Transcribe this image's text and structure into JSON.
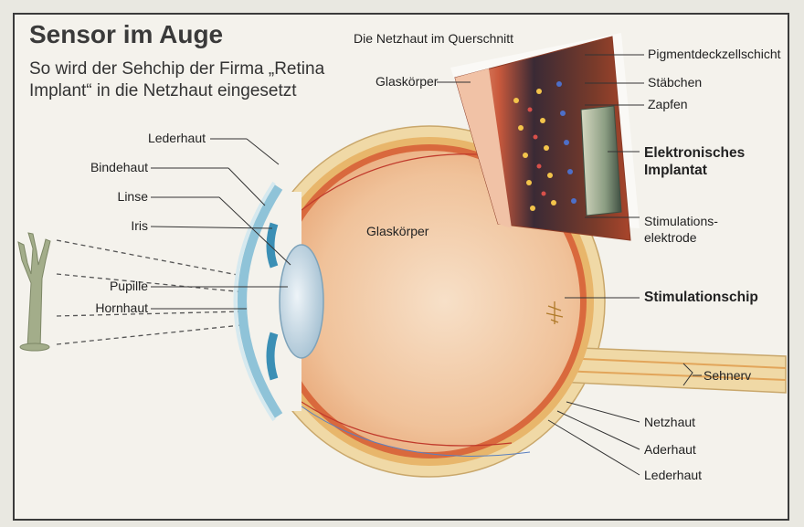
{
  "title": "Sensor im Auge",
  "subtitle": "So wird der Sehchip der Firma „Retina Implant“ in die Netzhaut eingesetzt",
  "inset_title": "Die Netzhaut im Querschnitt",
  "labels": {
    "lederhaut_top": "Lederhaut",
    "bindehaut": "Bindehaut",
    "linse": "Linse",
    "iris": "Iris",
    "pupille": "Pupille",
    "hornhaut": "Hornhaut",
    "glaskoerper_main": "Glaskörper",
    "glaskoerper_inset": "Glaskörper",
    "pigment": "Pigmentdeckzellschicht",
    "staebchen": "Stäbchen",
    "zapfen": "Zapfen",
    "implantat": "Elektronisches Implantat",
    "stim_elektrode": "Stimulations- elektrode",
    "stim_chip": "Stimulationschip",
    "sehnerv": "Sehnerv",
    "netzhaut": "Netzhaut",
    "aderhaut": "Aderhaut",
    "lederhaut_bottom": "Lederhaut"
  },
  "colors": {
    "title": "#3a3a3a",
    "sclera": "#f0d9a6",
    "vitreous": "#f1c29c",
    "retina": "#d9693d",
    "iris": "#4aa0c2",
    "lens": "#c9dbe6",
    "implant": "#5c7560"
  },
  "icons": {
    "tree": "tree-icon",
    "chip": "stimulation-chip-icon"
  }
}
